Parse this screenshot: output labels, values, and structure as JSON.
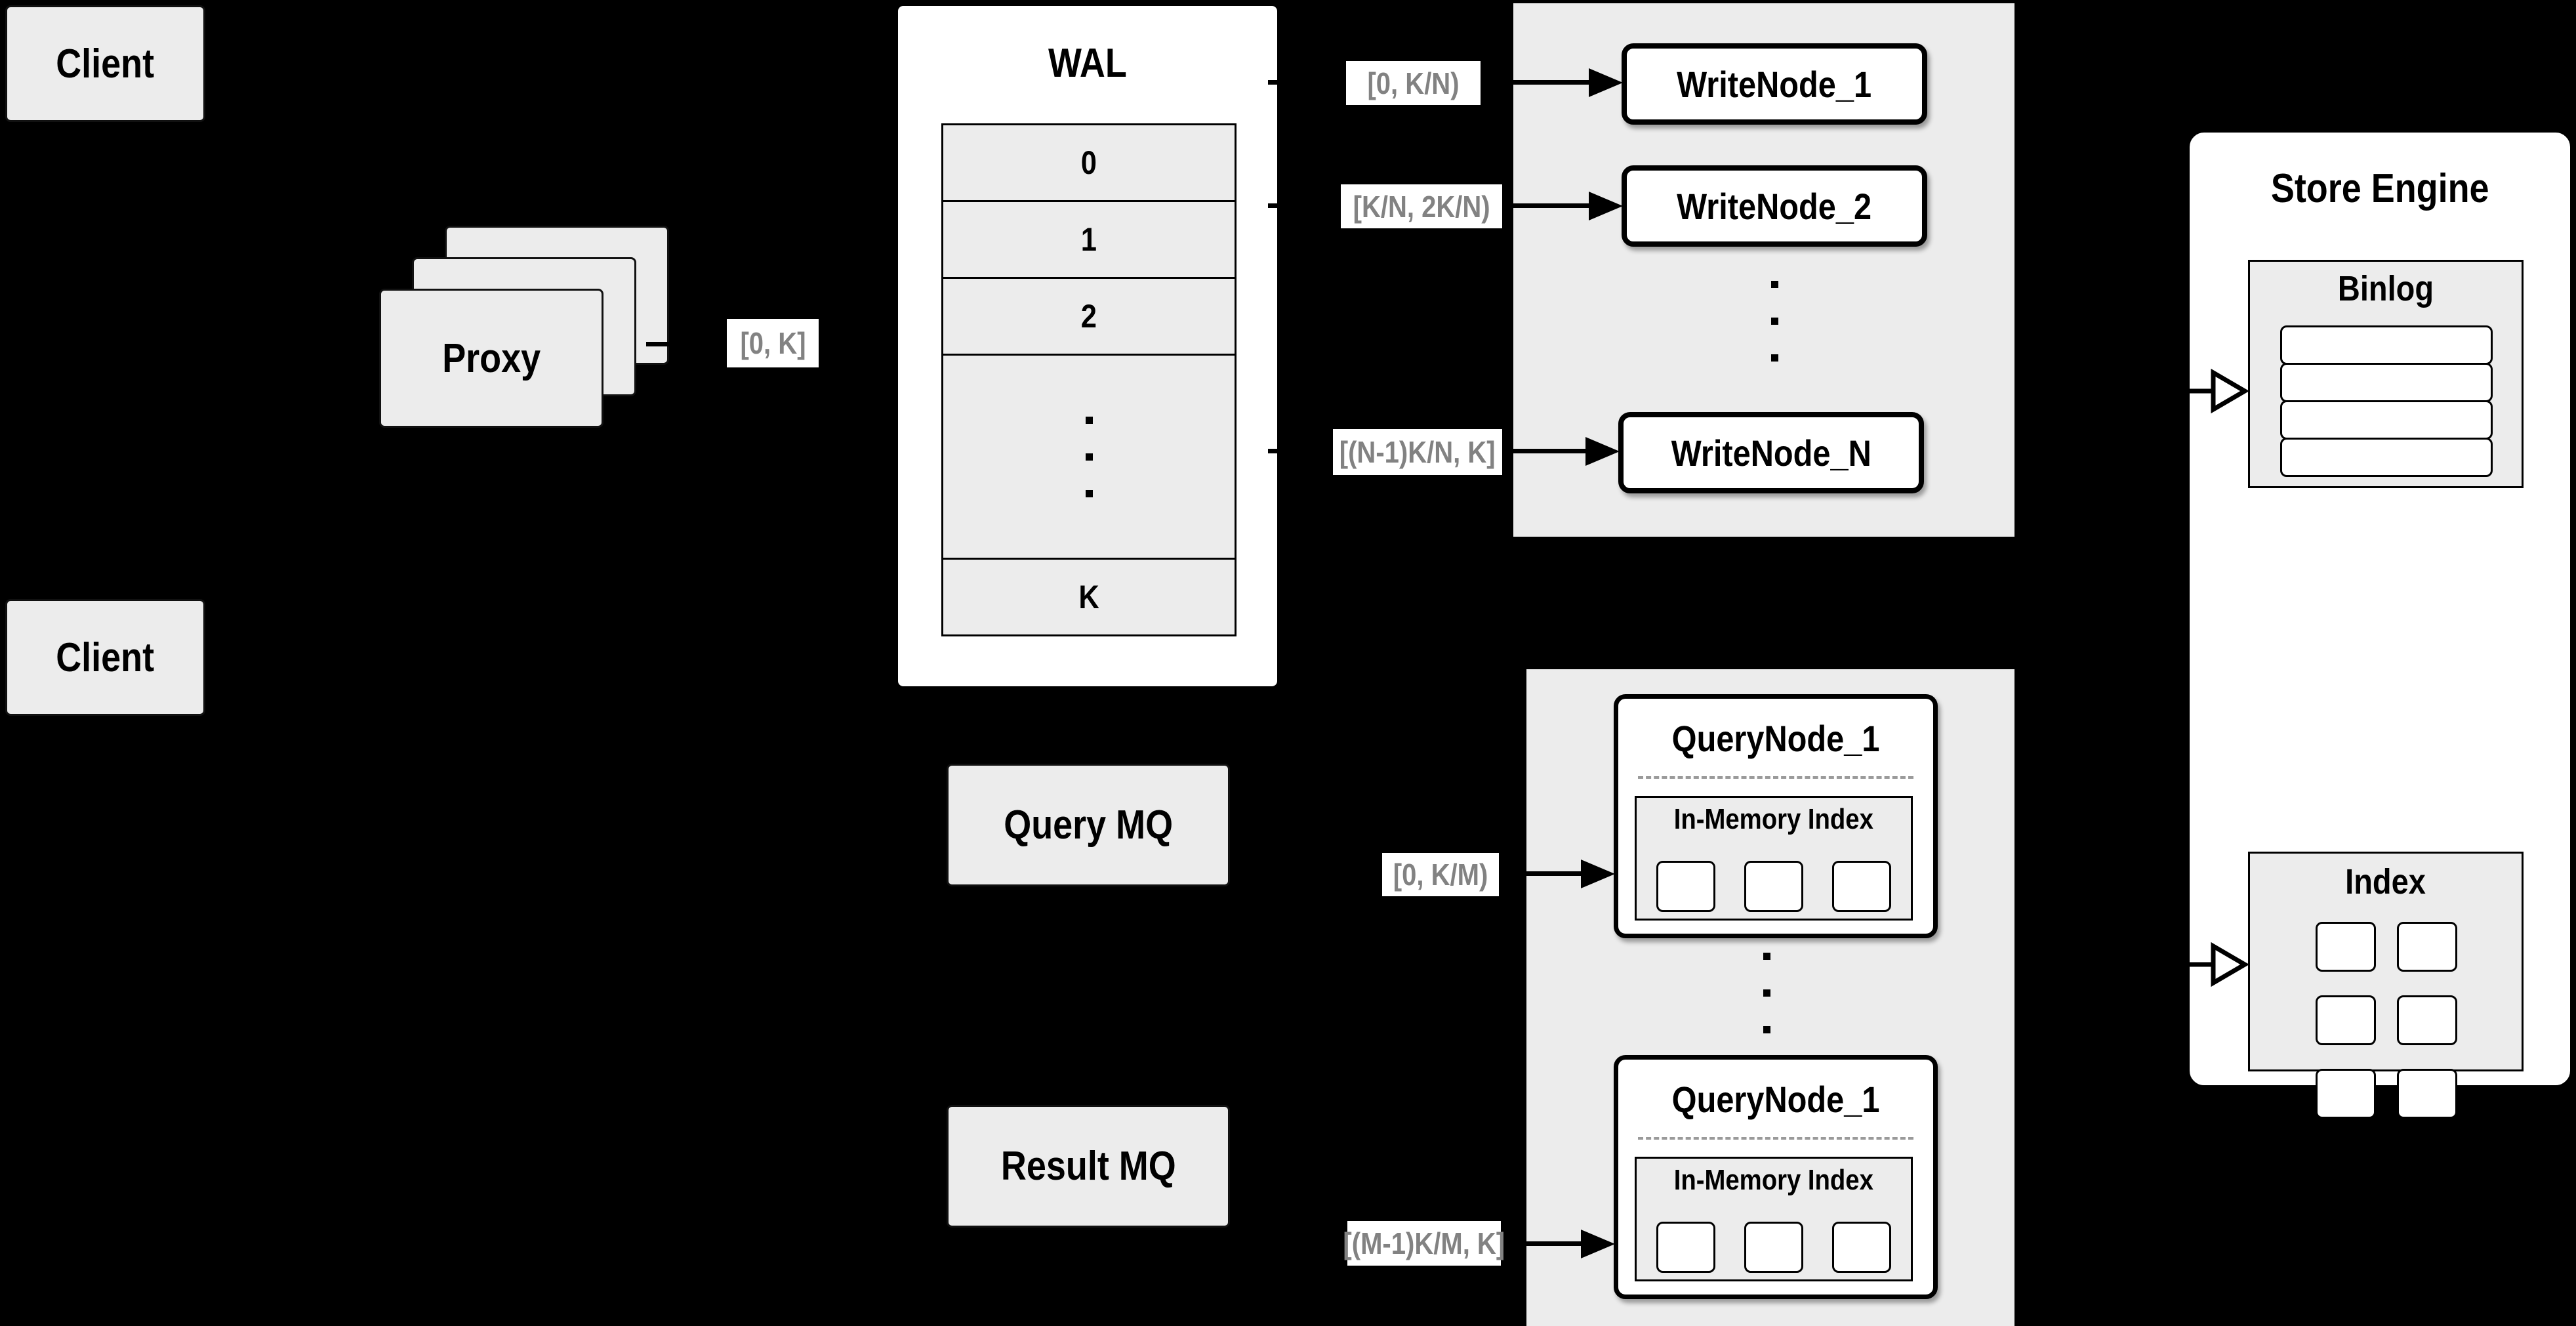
{
  "colors": {
    "background": "#000000",
    "panel_fill": "#ececec",
    "box_fill": "#ffffff",
    "line": "#000000",
    "muted_label_text": "#828282"
  },
  "client_top": {
    "label": "Client"
  },
  "client_bottom": {
    "label": "Client"
  },
  "proxy": {
    "label": "Proxy",
    "stack_count": 3
  },
  "wal": {
    "title": "WAL",
    "segments": [
      "0",
      "1",
      "2"
    ],
    "tail_segment": "K"
  },
  "edge_labels": {
    "proxy_wal": "[0, K]",
    "wal_write_1": "[0, K/N)",
    "wal_write_2": "[K/N, 2K/N)",
    "wal_write_n": "[(N-1)K/N, K]",
    "mq_query_1": "[0, K/M)",
    "mq_query_m": "[(M-1)K/M, K]"
  },
  "write_nodes": {
    "node1": "WriteNode_1",
    "node2": "WriteNode_2",
    "nodeN": "WriteNode_N"
  },
  "message_queues": {
    "query": "Query MQ",
    "result": "Result MQ"
  },
  "query_nodes": {
    "top": {
      "title": "QueryNode_1",
      "memory_label": "In-Memory Index",
      "segment_count": 3
    },
    "bottom": {
      "title": "QueryNode_1",
      "memory_label": "In-Memory Index",
      "segment_count": 3
    }
  },
  "store_engine": {
    "title": "Store Engine",
    "binlog": {
      "title": "Binlog",
      "row_count": 4
    },
    "index": {
      "title": "Index",
      "cell_count": 6
    }
  }
}
